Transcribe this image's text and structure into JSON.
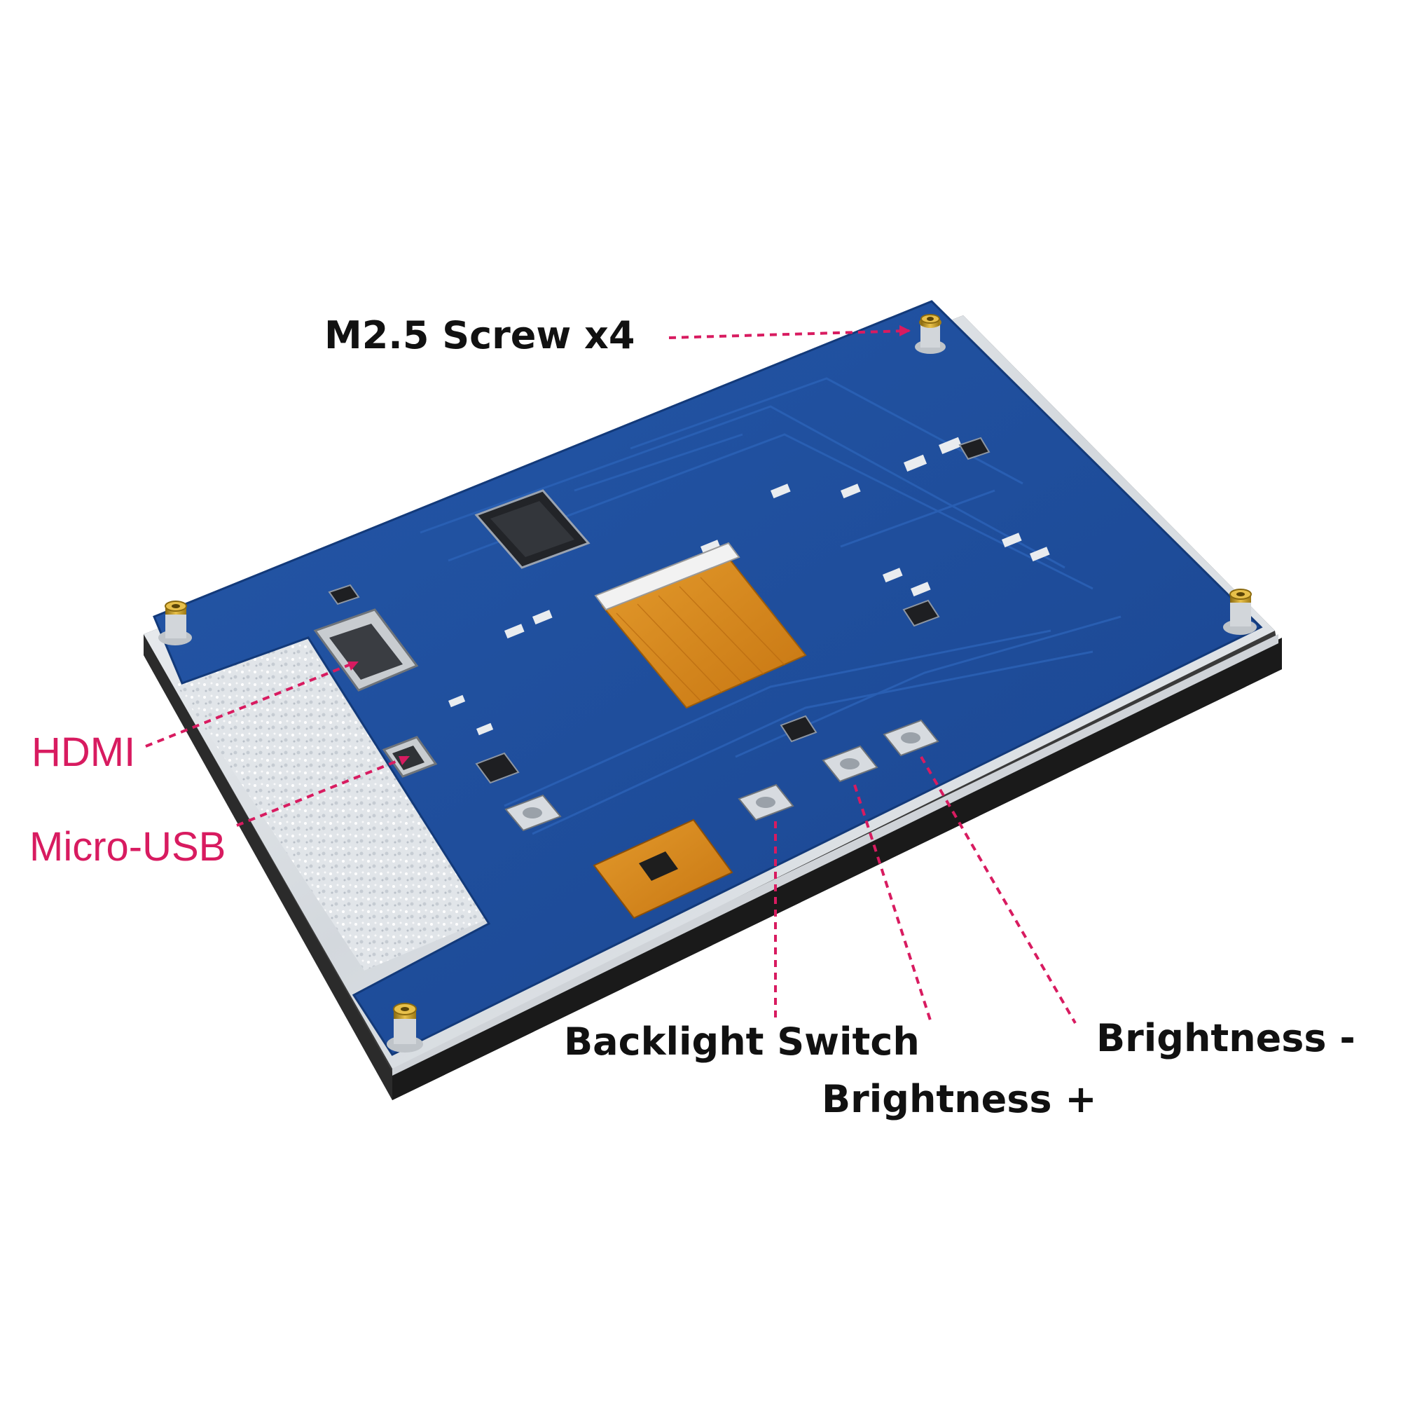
{
  "colors": {
    "board_blue": "#1f4e9e",
    "board_blue_dark": "#173d80",
    "annotation_pink": "#d81b60",
    "label_dark": "#111111",
    "standoff_brass": "#c99a1b",
    "flex_cable": "#d98a1e",
    "panel_silver": "#d8dde2",
    "frame_black": "#1a1a1a"
  },
  "labels": {
    "screw": "M2.5 Screw x4",
    "hdmi": "HDMI",
    "micro_usb": "Micro-USB",
    "backlight_switch": "Backlight Switch",
    "brightness_plus": "Brightness +",
    "brightness_minus": "Brightness -"
  },
  "icons": {
    "screw": "m2.5-standoff",
    "hdmi": "hdmi-port",
    "micro_usb": "micro-usb-port",
    "button": "tactile-button",
    "sun": "brightness-sun-icon"
  }
}
